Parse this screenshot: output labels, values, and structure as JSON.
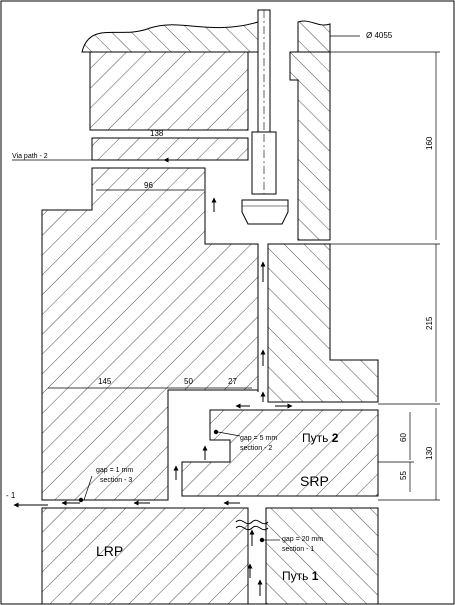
{
  "diameter_label": "Ø 4055",
  "via_path_label": "Via path - 2",
  "left_marker": "- 1",
  "dimensions": {
    "d138": "138",
    "d96": "96",
    "d145": "145",
    "d50": "50",
    "d27": "27",
    "d160": "160",
    "d215": "215",
    "d60": "60",
    "d55": "55",
    "d130": "130"
  },
  "gaps": {
    "gap5": {
      "line1": "gap = 5 mm",
      "line2": "section - 2"
    },
    "gap1": {
      "line1": "gap = 1 mm",
      "line2": "section - 3"
    },
    "gap20": {
      "line1": "gap = 20 mm",
      "line2": "section - 1"
    }
  },
  "parts": {
    "srp": "SRP",
    "lrp": "LRP"
  },
  "paths": {
    "path2": {
      "word": "Путь",
      "num": "2"
    },
    "path1": {
      "word": "Путь",
      "num": "1"
    }
  }
}
